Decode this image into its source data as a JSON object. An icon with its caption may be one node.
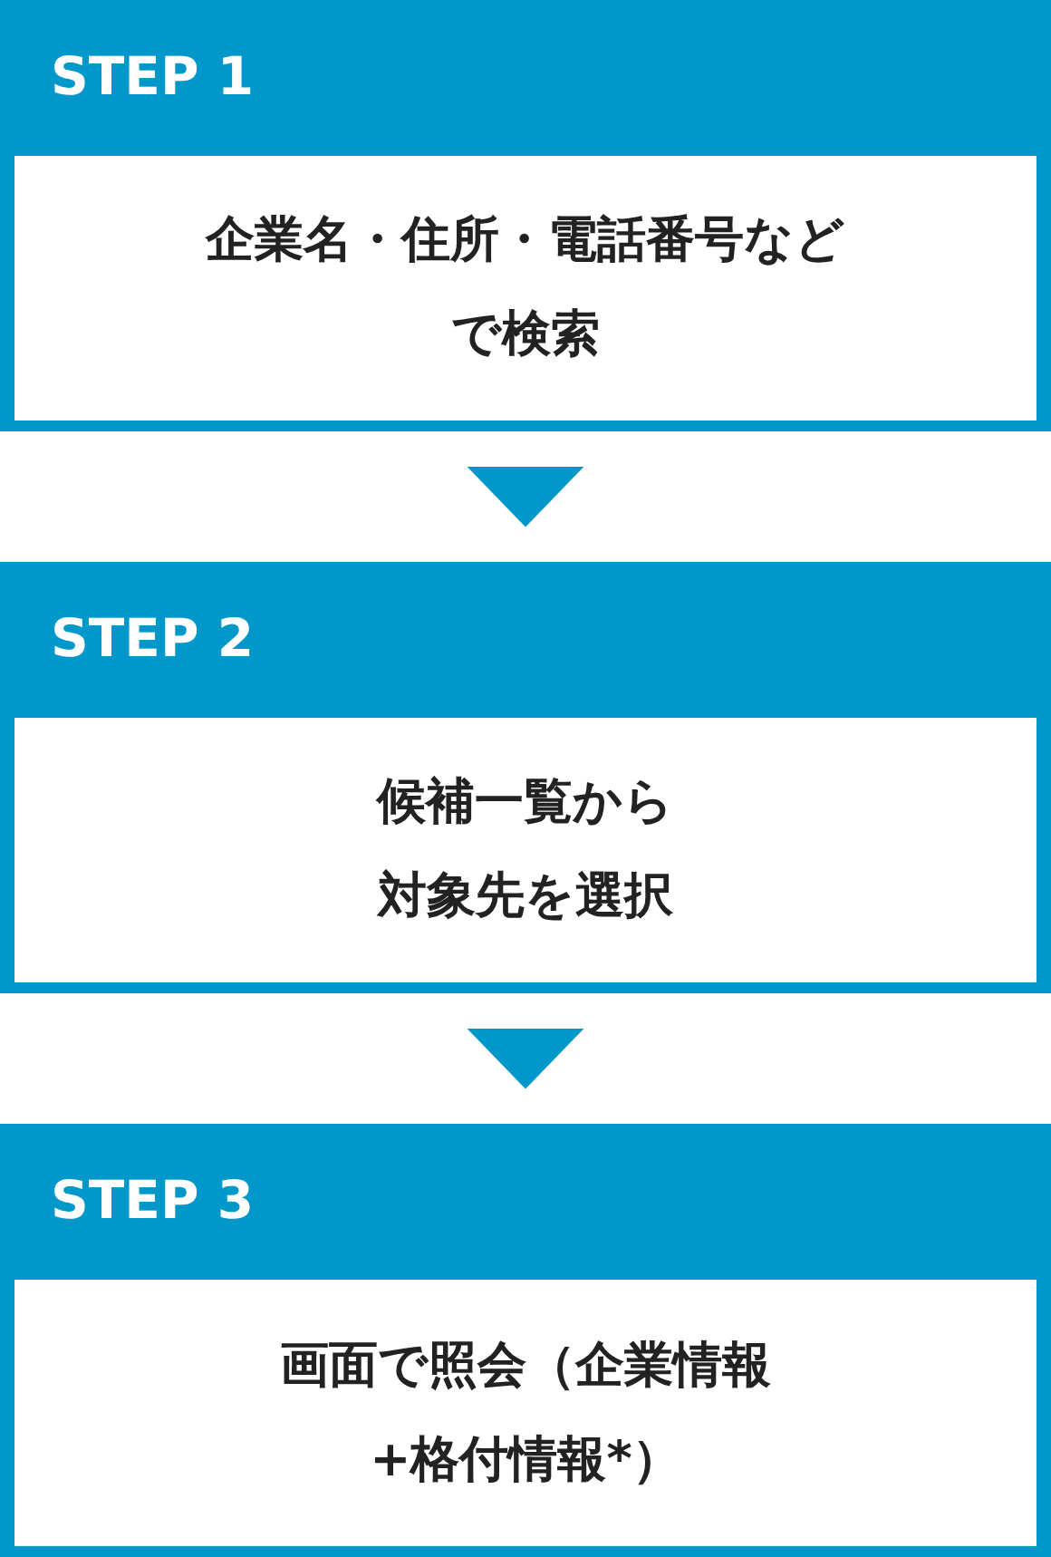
{
  "diagram": {
    "nodes": [
      {
        "text": [
          "STEP 1",
          "企業名・住所・電話番号などで検索"
        ]
      },
      {
        "text": [
          "STEP 2",
          "候補一覧から対象先を選択"
        ]
      },
      {
        "text": [
          "STEP 3",
          "画面で照会（企業情報+格付情報*）"
        ]
      }
    ],
    "edges": [
      {
        "from": 0,
        "to": 1,
        "arrow": "to"
      },
      {
        "from": 1,
        "to": 2,
        "arrow": "to"
      }
    ]
  }
}
